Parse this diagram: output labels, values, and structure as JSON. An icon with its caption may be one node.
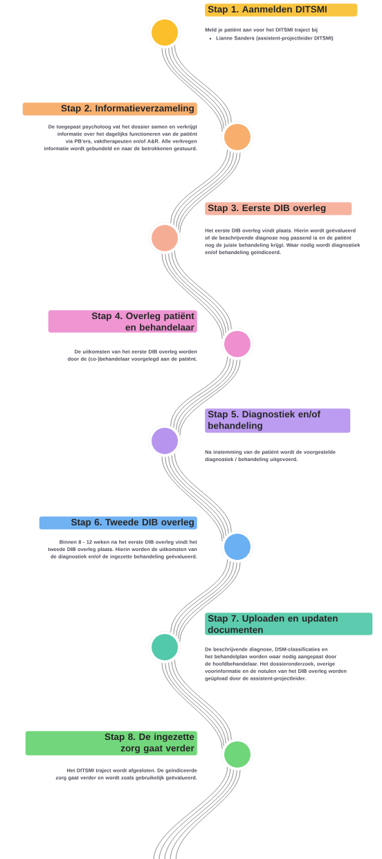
{
  "diagram": {
    "nodes": [
      {
        "text": [],
        "shape": "circle",
        "beside": [
          "Stap 1. Aanmelden DITSMI",
          "Meld je patiënt aan voor het DITSMI traject bij",
          "Lianne Sanders (assistent-projectleider DITSMI)"
        ]
      },
      {
        "text": [],
        "shape": "circle",
        "beside": [
          "Stap 2. Informatieverzameling",
          "De toegepast psycholoog vat het dossier samen en verkrijgt informatie over het dagelijks functioneren van de patiënt via PB’ers, vaktherapeuten en/of A&R. Alle verkregen informatie wordt gebundeld en naar de betrokkenen gestuurd."
        ]
      },
      {
        "text": [],
        "shape": "circle",
        "beside": [
          "Stap 3. Eerste DIB overleg",
          "Het eerste DIB overleg vindt plaats. Hierin wordt geëvalueerd of de beschrijvende diagnose nog passend is en de patiënt nog de juiste behandeling krijgt. Waar nodig wordt diagnostiek en/of behandeling geïndiceerd."
        ]
      },
      {
        "text": [],
        "shape": "circle",
        "beside": [
          "Stap 4. Overleg patiënt en behandelaar",
          "De uitkomsten van het eerste DIB overleg worden door de (co-)behandelaar voorgelegd aan de patiënt."
        ]
      },
      {
        "text": [],
        "shape": "circle",
        "beside": [
          "Stap 5. Diagnostiek en/of behandeling",
          "Na instemming van de patiënt wordt de voorgestelde diagnostiek / behandeling uitgevoerd."
        ]
      },
      {
        "text": [],
        "shape": "circle",
        "beside": [
          "Stap 6. Tweede DIB overleg",
          "Binnen 8 - 12 weken na het eerste DIB overleg vindt het tweede DIB overleg plaats. Hierin worden de uitkomsten van de diagnostiek en/of de ingezette behandeling geëvalueerd."
        ]
      },
      {
        "text": [],
        "shape": "circle",
        "beside": [
          "Stap 7. Uploaden en updaten documenten",
          "De beschrijvende diagnose, DSM-classificaties en het behandelplan worden waar nodig aangepast door de hoofdbehandelaar. Het dossieronderzoek, overige voorinformatie en de notulen van het DIB overleg worden geüpload door de assistent-projectleider."
        ]
      },
      {
        "text": [],
        "shape": "circle",
        "beside": [
          "Stap 8. De ingezette zorg gaat verder",
          "Het DITSMI traject wordt afgesloten. De geïndiceerde zorg gaat verder en wordt zoals gebruikelijk geëvalueerd."
        ]
      }
    ],
    "edges": [
      {
        "from": 0,
        "to": 1,
        "arrow": "none"
      },
      {
        "from": 1,
        "to": 2,
        "arrow": "none"
      },
      {
        "from": 2,
        "to": 3,
        "arrow": "none"
      },
      {
        "from": 3,
        "to": 4,
        "arrow": "none"
      },
      {
        "from": 4,
        "to": 5,
        "arrow": "none"
      },
      {
        "from": 5,
        "to": 6,
        "arrow": "none"
      },
      {
        "from": 6,
        "to": 7,
        "arrow": "none"
      },
      {
        "from": 7,
        "to": null,
        "arrow": "none"
      }
    ]
  }
}
